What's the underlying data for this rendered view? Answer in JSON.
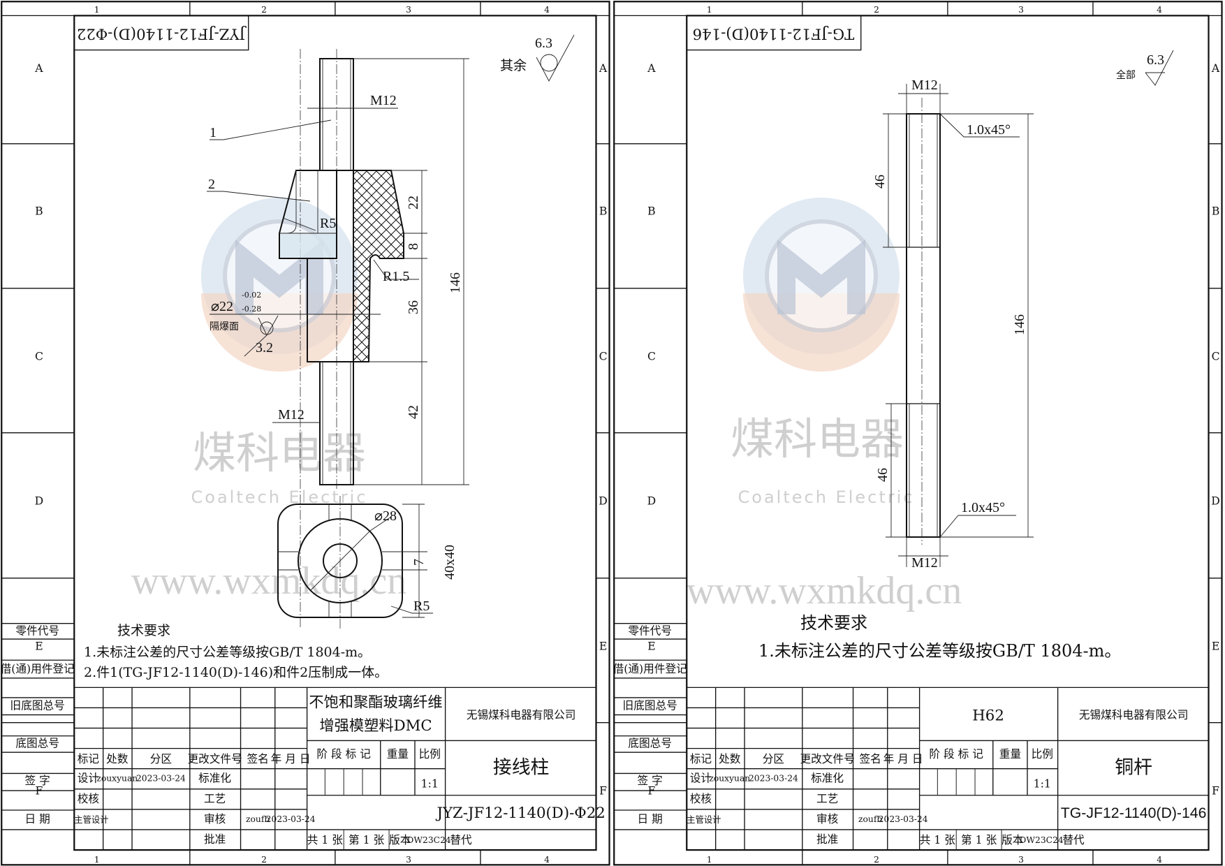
{
  "columns": [
    "1",
    "2",
    "3",
    "4"
  ],
  "rows": [
    "A",
    "B",
    "C",
    "D",
    "E",
    "F"
  ],
  "side_labels": [
    "零件代号",
    "借(通)用件登记",
    "旧底图总号",
    "底图总号",
    "签  字",
    "日  期"
  ],
  "watermark": {
    "cn": "煤科电器",
    "en": "Coaltech Electric",
    "url": "www.wxmkdq.cn"
  },
  "colors": {
    "logo_blue": "#c9d8ea",
    "logo_orange": "#f3d6c4",
    "logo_gray": "#b9c3d4"
  },
  "sheets": [
    {
      "drawing_no_mirrored": "JYZ-JF12-1140(D)-Φ22",
      "roughness": {
        "label": "其余",
        "value": "6.3"
      },
      "tech_title": "技术要求",
      "tech_notes": [
        "1.未标注公差的尺寸公差等级按GB/T 1804-m。",
        "2.件1(TG-JF12-1140(D)-146)和件2压制成一体。"
      ],
      "dims": {
        "m12_top": "M12",
        "item1": "1",
        "item2": "2",
        "r5_top": "R5",
        "d22": "22",
        "d8": "8",
        "r15": "R1.5",
        "d146": "146",
        "d36": "36",
        "d42": "42",
        "m12_bottom": "M12",
        "dia22": "⌀22",
        "tol_up": "-0.02",
        "tol_low": "-0.28",
        "explosion_face": "隔爆面",
        "rough32": "3.2",
        "dia28": "⌀28",
        "d7": "7",
        "d40x40": "40x40",
        "r5_bottom": "R5"
      },
      "title_block": {
        "headers": [
          "标记",
          "处数",
          "分区",
          "更改文件号",
          "签名",
          "年 月 日"
        ],
        "design": "设计",
        "designer": "zouxyuan",
        "design_date": "2023-03-24",
        "std": "标准化",
        "check": "校核",
        "craft": "工艺",
        "chief": "主管设计",
        "review": "审核",
        "reviewer": "zoufb",
        "review_date": "2023-03-24",
        "approve": "批准",
        "material": [
          "不饱和聚酯玻璃纤维",
          "增强模塑料DMC"
        ],
        "stage": "阶 段 标 记",
        "weight": "重量",
        "scale_label": "比例",
        "scale": "1:1",
        "company": "无锡煤科电器有限公司",
        "part_name": "接线柱",
        "code": "JYZ-JF12-1140(D)-Φ22",
        "sheets_total": "共 1 张",
        "sheet_no": "第 1 张",
        "version": "版本",
        "version_val": "DW23C24",
        "replace": "替代"
      }
    },
    {
      "drawing_no_mirrored": "TG-JF12-1140(D)-146",
      "roughness": {
        "label": "全部",
        "value": "6.3"
      },
      "tech_title": "技术要求",
      "tech_notes": [
        "1.未标注公差的尺寸公差等级按GB/T 1804-m。"
      ],
      "dims": {
        "m12_top": "M12",
        "chamfer_top": "1.0x45°",
        "d46_top": "46",
        "d146": "146",
        "d46_bottom": "46",
        "chamfer_bottom": "1.0x45°",
        "m12_bottom": "M12"
      },
      "title_block": {
        "headers": [
          "标记",
          "处数",
          "分区",
          "更改文件号",
          "签名",
          "年 月 日"
        ],
        "design": "设计",
        "designer": "zouxyuan",
        "design_date": "2023-03-24",
        "std": "标准化",
        "check": "校核",
        "craft": "工艺",
        "chief": "主管设计",
        "review": "审核",
        "reviewer": "zoufb",
        "review_date": "2023-03-24",
        "approve": "批准",
        "material": [
          "H62"
        ],
        "stage": "阶 段 标 记",
        "weight": "重量",
        "scale_label": "比例",
        "scale": "1:1",
        "company": "无锡煤科电器有限公司",
        "part_name": "铜杆",
        "code": "TG-JF12-1140(D)-146",
        "sheets_total": "共 1 张",
        "sheet_no": "第 1 张",
        "version": "版本",
        "version_val": "DW23C24",
        "replace": "替代"
      }
    }
  ]
}
